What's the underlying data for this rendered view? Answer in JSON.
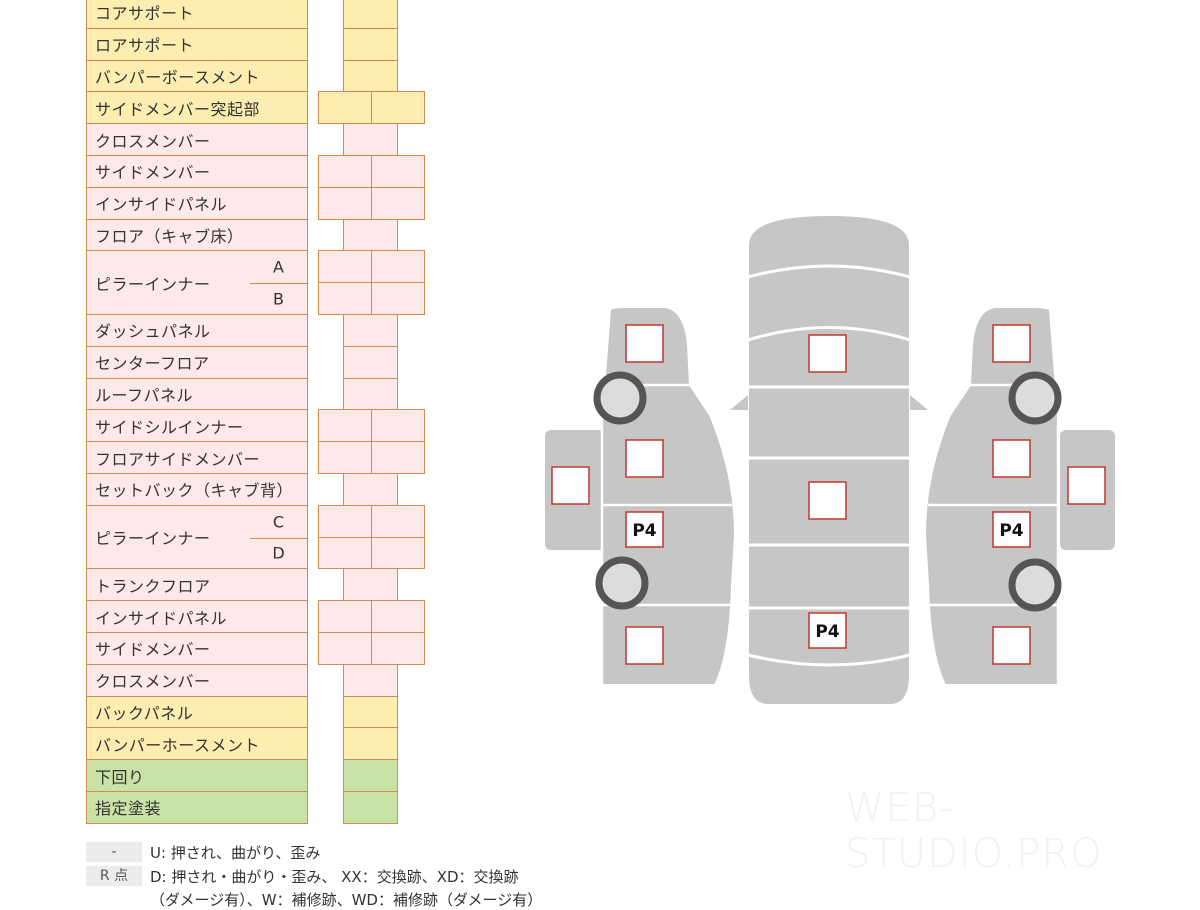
{
  "rows": [
    {
      "label": "コアサポート",
      "color": "yellow"
    },
    {
      "label": "ロアサポート",
      "color": "yellow"
    },
    {
      "label": "バンパーボースメント",
      "color": "yellow"
    },
    {
      "label": "サイドメンバー突起部",
      "color": "yellow"
    },
    {
      "label": "クロスメンバー",
      "color": "pink"
    },
    {
      "label": "サイドメンバー",
      "color": "pink"
    },
    {
      "label": "インサイドパネル",
      "color": "pink"
    },
    {
      "label": "フロア（キャブ床）",
      "color": "pink"
    },
    {
      "label": "ピラーインナー",
      "color": "pink",
      "subs": [
        "A",
        "B"
      ]
    },
    {
      "label": "ダッシュパネル",
      "color": "pink"
    },
    {
      "label": "センターフロア",
      "color": "pink"
    },
    {
      "label": "ルーフパネル",
      "color": "pink"
    },
    {
      "label": "サイドシルインナー",
      "color": "pink"
    },
    {
      "label": "フロアサイドメンバー",
      "color": "pink"
    },
    {
      "label": "セットバック（キャブ背）",
      "color": "pink"
    },
    {
      "label": "ピラーインナー",
      "color": "pink",
      "subs": [
        "C",
        "D"
      ]
    },
    {
      "label": "トランクフロア",
      "color": "pink"
    },
    {
      "label": "インサイドパネル",
      "color": "pink"
    },
    {
      "label": "サイドメンバー",
      "color": "pink"
    },
    {
      "label": "クロスメンバー",
      "color": "pink"
    },
    {
      "label": "バックパネル",
      "color": "yellow"
    },
    {
      "label": "バンパーホースメント",
      "color": "yellow"
    },
    {
      "label": "下回り",
      "color": "green"
    },
    {
      "label": "指定塗装",
      "color": "green"
    }
  ],
  "legend": [
    {
      "key": "-",
      "text": "U: 押され、曲がり、歪み"
    },
    {
      "key": "R 点",
      "text": "D: 押され・曲がり・歪み、 XX：交換跡、XD：交換跡"
    },
    {
      "key": "",
      "text": "（ダメージ有）、W：補修跡、WD：補修跡（ダメージ有）"
    }
  ],
  "diagram": {
    "marks": [
      "P4",
      "P4",
      "P4"
    ]
  },
  "watermark": "WEB-STUDIO.PRO",
  "colors": {
    "yellow": "#fbeeb0",
    "pink": "#fde9ea",
    "green": "#c9e2a6",
    "border": "#d98a4b",
    "body": "#c6c6c6",
    "box": "#c0392b"
  }
}
